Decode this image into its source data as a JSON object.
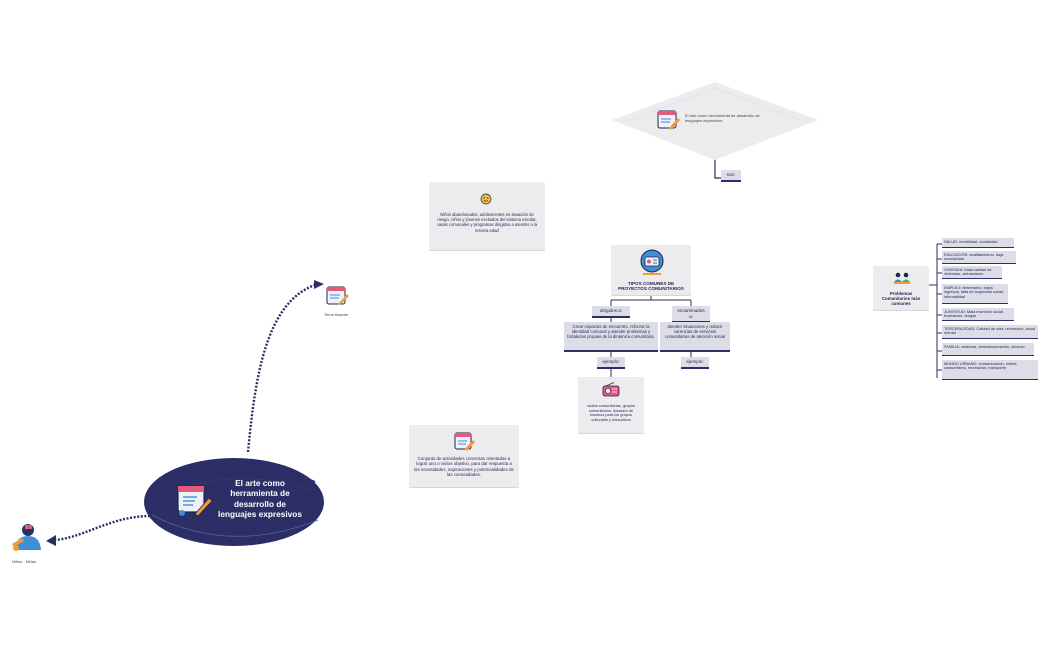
{
  "central": {
    "title": "El arte como herramienta de desarrollo de lenguajes expresivos"
  },
  "left_nodes": {
    "tema_flotante": "Tema flotante",
    "ninos": "Niños - Niñas"
  },
  "diamond": {
    "text": "El arte como herramienta de desarrollo de lenguajes expresivos",
    "son_label": "son:"
  },
  "card_beneficiaries": {
    "text": "Niños abandonados, adolescentes en situación de riesgo, niños y jóvenes excluidos del sistema escolar, casas comunales y programas dirigidos a atender a la tercera edad"
  },
  "card_definition": {
    "text": "Conjunto de actividades concretas orientadas a lograr uno o varios objetivo, para dar respuesta a las necesidades, aspiraciones y potencialidades de las comunidades."
  },
  "center_tree": {
    "title": "TIPOS COMUNES DE PROYECTOS COMUNITARIOS",
    "dirigidos": "dirigidos a:",
    "encaminados": "encaminados a:",
    "crear": "Crear espacios de encuentro, reforzar la identidad comunal y atender problemas y fortalezas propias de la dinámica comunitaria.",
    "atender": "atender situaciones y reducir carencias de servicios comunitarios de atención social",
    "ejemplo1": "ejemplo:",
    "ejemplo2": "ejemplo:",
    "radios": "radios comunitarias, grupos comunitarios, dotación de insumos para los grupos culturales y educativos"
  },
  "problems": {
    "title": "Problemas Comunitarios más comunes",
    "items": [
      "SALUD: morbilidad, mortalidad",
      "EDUCACIÓN: analfabetismo, baja escolaridad",
      "VIVIENDA: Mala calidad de viviendas, acinamiento",
      "EMPLEO: desempleo, bajos ingresos, falta de seguridad social, informalidad",
      "JUVENTUD: Mala inserción social, frustración, drogas",
      "TERCERA EDAD: Calidad de vida, recreación, salud mental",
      "FAMILIA: violencia, desestructuración, divorcio",
      "MUNDO URBANO: contaminación, estrés, consumismo, recreación, transporte."
    ]
  },
  "colors": {
    "navy": "#2b2f66",
    "card": "#ececee",
    "label": "#dcdde6",
    "accent_orange": "#f29a38",
    "accent_blue": "#3d8fd6"
  }
}
